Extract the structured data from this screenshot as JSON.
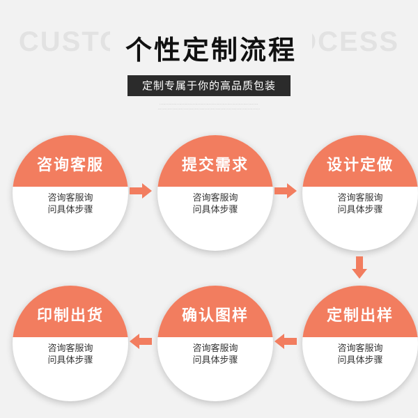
{
  "header": {
    "watermark": "CUSTOM MADE PROCESS",
    "title": "个性定制流程",
    "subtitle": "定制专属于你的高品质包装"
  },
  "colors": {
    "accent": "#f27d5f",
    "bar": "#2b2b2b",
    "background": "#f2f2f2"
  },
  "steps": [
    {
      "title": "咨询客服",
      "desc_line1": "咨询客服询",
      "desc_line2": "问具体步骤"
    },
    {
      "title": "提交需求",
      "desc_line1": "咨询客服询",
      "desc_line2": "问具体步骤"
    },
    {
      "title": "设计定做",
      "desc_line1": "咨询客服询",
      "desc_line2": "问具体步骤"
    },
    {
      "title": "定制出样",
      "desc_line1": "咨询客服询",
      "desc_line2": "问具体步骤"
    },
    {
      "title": "确认图样",
      "desc_line1": "咨询客服询",
      "desc_line2": "问具体步骤"
    },
    {
      "title": "印制出货",
      "desc_line1": "咨询客服询",
      "desc_line2": "问具体步骤"
    }
  ],
  "arrows": [
    "arrow-right-icon",
    "arrow-right-icon",
    "arrow-down-icon",
    "arrow-left-icon",
    "arrow-left-icon"
  ]
}
